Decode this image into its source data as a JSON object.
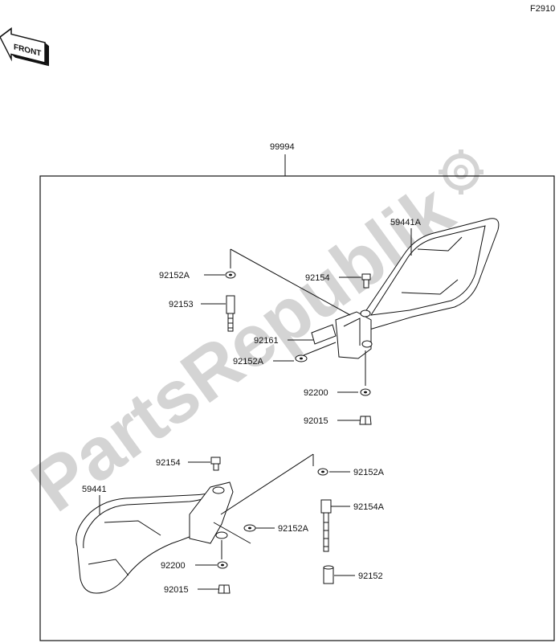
{
  "figure_code": "F2910",
  "front_badge": "FRONT",
  "assembly_number": "99994",
  "watermark": "PartsRepublik",
  "parts": {
    "p59441A": "59441A",
    "p92152A_top": "92152A",
    "p92154_top": "92154",
    "p92153": "92153",
    "p92161": "92161",
    "p92152A_mid": "92152A",
    "p92200_top": "92200",
    "p92015_top": "92015",
    "p92154_bottom": "92154",
    "p59441": "59441",
    "p92152A_right": "92152A",
    "p92154A": "92154A",
    "p92152A_low": "92152A",
    "p92200_bottom": "92200",
    "p92015_bottom": "92015",
    "p92152": "92152"
  }
}
